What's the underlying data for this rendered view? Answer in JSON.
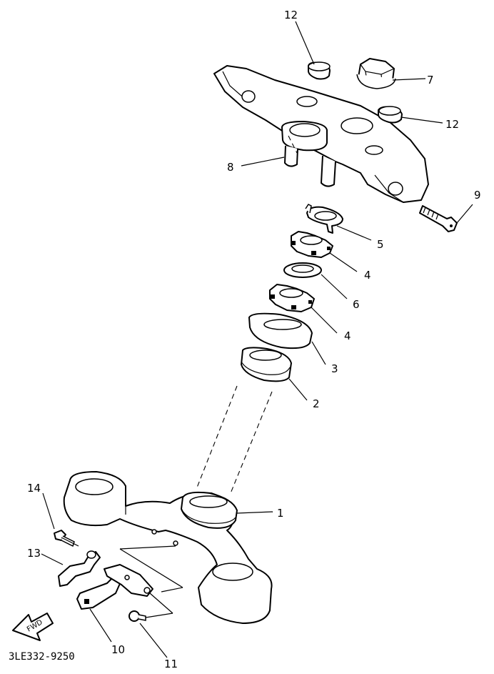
{
  "diagram": {
    "callouts": {
      "c1": "1",
      "c2": "2",
      "c3": "3",
      "c4a": "4",
      "c4b": "4",
      "c5": "5",
      "c6": "6",
      "c7": "7",
      "c8": "8",
      "c9": "9",
      "c10": "10",
      "c11": "11",
      "c12a": "12",
      "c12b": "12",
      "c13": "13",
      "c14": "14"
    },
    "fwd_label": "FWD",
    "figure_code": "3LE332-9250"
  }
}
